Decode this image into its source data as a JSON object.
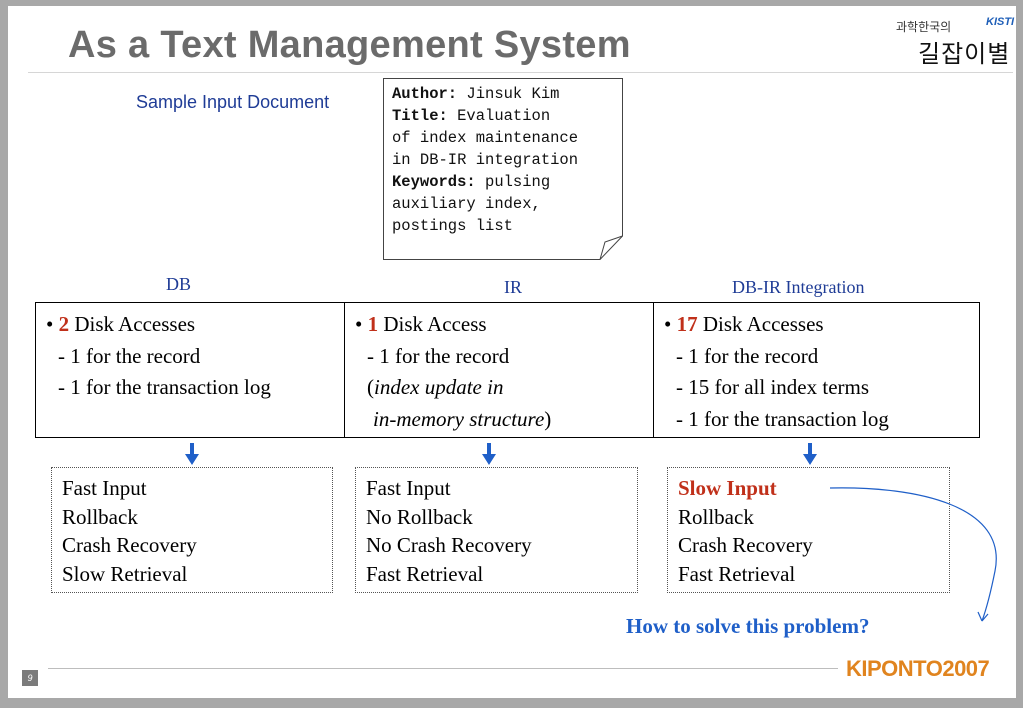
{
  "header": {
    "title": "As a Text Management System",
    "logo_small": "과학한국의",
    "logo_kisti": "KISTI",
    "logo_main": "길잡이별"
  },
  "sample": {
    "label": "Sample Input Document",
    "author_key": "Author:",
    "author_val": " Jinsuk Kim",
    "title_key": "Title:",
    "title_val": " Evaluation",
    "title_line2": "of index maintenance",
    "title_line3": "in DB-IR integration",
    "keywords_key": "Keywords:",
    "keywords_val": " pulsing",
    "keywords_line2": "auxiliary index,",
    "keywords_line3": "postings list"
  },
  "columns": [
    {
      "label": "DB",
      "count": "2",
      "count_text": " Disk Accesses",
      "lines": [
        "- 1 for the record",
        "- 1 for the transaction log"
      ],
      "results": [
        "Fast Input",
        "Rollback",
        "Crash Recovery",
        "Slow Retrieval"
      ]
    },
    {
      "label": "IR",
      "count": "1",
      "count_text": " Disk Access",
      "line1": "- 1 for the record",
      "paren_open": "(",
      "italic_1": "index update in",
      "italic_2": "in-memory structure",
      "paren_close": ")",
      "results": [
        "Fast Input",
        "No Rollback",
        "No Crash Recovery",
        "Fast Retrieval"
      ]
    },
    {
      "label": "DB-IR Integration",
      "count": "17",
      "count_text": " Disk Accesses",
      "lines": [
        "- 1 for the record",
        "- 15 for all index terms",
        "- 1 for the transaction log"
      ],
      "results": [
        "Slow Input",
        "Rollback",
        "Crash Recovery",
        "Fast Retrieval"
      ]
    }
  ],
  "question": "How to solve this problem?",
  "footer": {
    "page_number": "9",
    "event": "KIPONTO2007"
  },
  "colors": {
    "title": "#6b6b6b",
    "label_blue": "#1f3c96",
    "highlight_red": "#c0301a",
    "arrow_blue": "#1f5fc8",
    "footer_orange": "#e0841f"
  }
}
